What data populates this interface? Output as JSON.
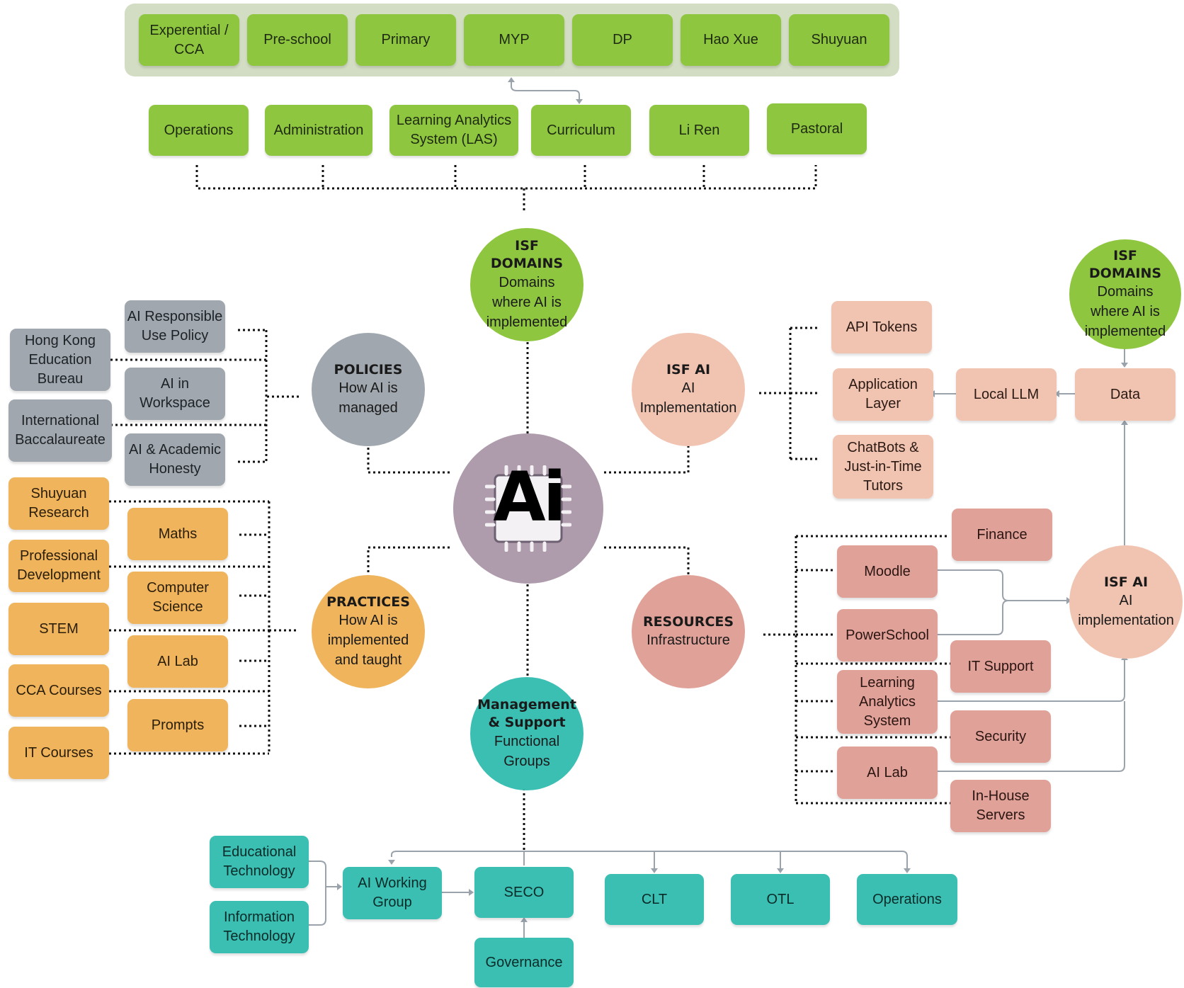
{
  "hub": {
    "label": "Ai"
  },
  "top_band": [
    "Experential /\nCCA",
    "Pre-school",
    "Primary",
    "MYP",
    "DP",
    "Hao Xue",
    "Shuyuan"
  ],
  "domain_boxes": [
    "Operations",
    "Administration",
    "Learning Analytics\nSystem (LAS)",
    "Curriculum",
    "Li Ren",
    "Pastoral"
  ],
  "circles": {
    "isf_domains": {
      "title": "ISF\nDOMAINS",
      "subtitle": "Domains\nwhere AI is\nimplemented"
    },
    "isf_domains_right": {
      "title": "ISF\nDOMAINS",
      "subtitle": "Domains\nwhere AI is\nimplemented"
    },
    "policies": {
      "title": "POLICIES",
      "subtitle": "How AI is\nmanaged"
    },
    "isf_ai": {
      "title": "ISF AI",
      "subtitle": "AI\nImplementation"
    },
    "isf_ai_right": {
      "title": "ISF AI",
      "subtitle": "AI\nimplementation"
    },
    "practices": {
      "title": "PRACTICES",
      "subtitle": "How AI is\nimplemented\nand taught"
    },
    "resources": {
      "title": "RESOURCES",
      "subtitle": "Infrastructure"
    },
    "management": {
      "title": "Management\n& Support",
      "subtitle": "Functional\nGroups"
    }
  },
  "policies": {
    "outer": [
      "Hong Kong\nEducation\nBureau",
      "International\nBaccalaureate"
    ],
    "inner": [
      "AI Responsible\nUse Policy",
      "AI in\nWorkspace",
      "AI & Academic\nHonesty"
    ]
  },
  "practices": {
    "outer": [
      "Shuyuan\nResearch",
      "Professional\nDevelopment",
      "STEM",
      "CCA Courses",
      "IT Courses"
    ],
    "inner": [
      "Maths",
      "Computer\nScience",
      "AI Lab",
      "Prompts"
    ]
  },
  "isf_ai_items": [
    "API Tokens",
    "Application\nLayer",
    "ChatBots &\nJust-in-Time\nTutors"
  ],
  "llm_chain": {
    "local_llm": "Local LLM",
    "data": "Data"
  },
  "resources": {
    "left": [
      "Moodle",
      "PowerSchool",
      "Learning\nAnalytics\nSystem",
      "AI Lab"
    ],
    "right": [
      "Finance",
      "IT Support",
      "Security",
      "In-House\nServers"
    ]
  },
  "management": {
    "tech": [
      "Educational\nTechnology",
      "Information\nTechnology"
    ],
    "working_group": "AI Working\nGroup",
    "seco": "SECO",
    "governance": "Governance",
    "others": [
      "CLT",
      "OTL",
      "Operations"
    ]
  },
  "colors": {
    "green": "#8ec63f",
    "band": "#d2ddc3",
    "grey": "#a0a7ae",
    "orange": "#efb45c",
    "peach": "#f1c3b1",
    "salmon": "#e0a198",
    "teal": "#3cbfb3",
    "hub": "#ae9bac"
  }
}
